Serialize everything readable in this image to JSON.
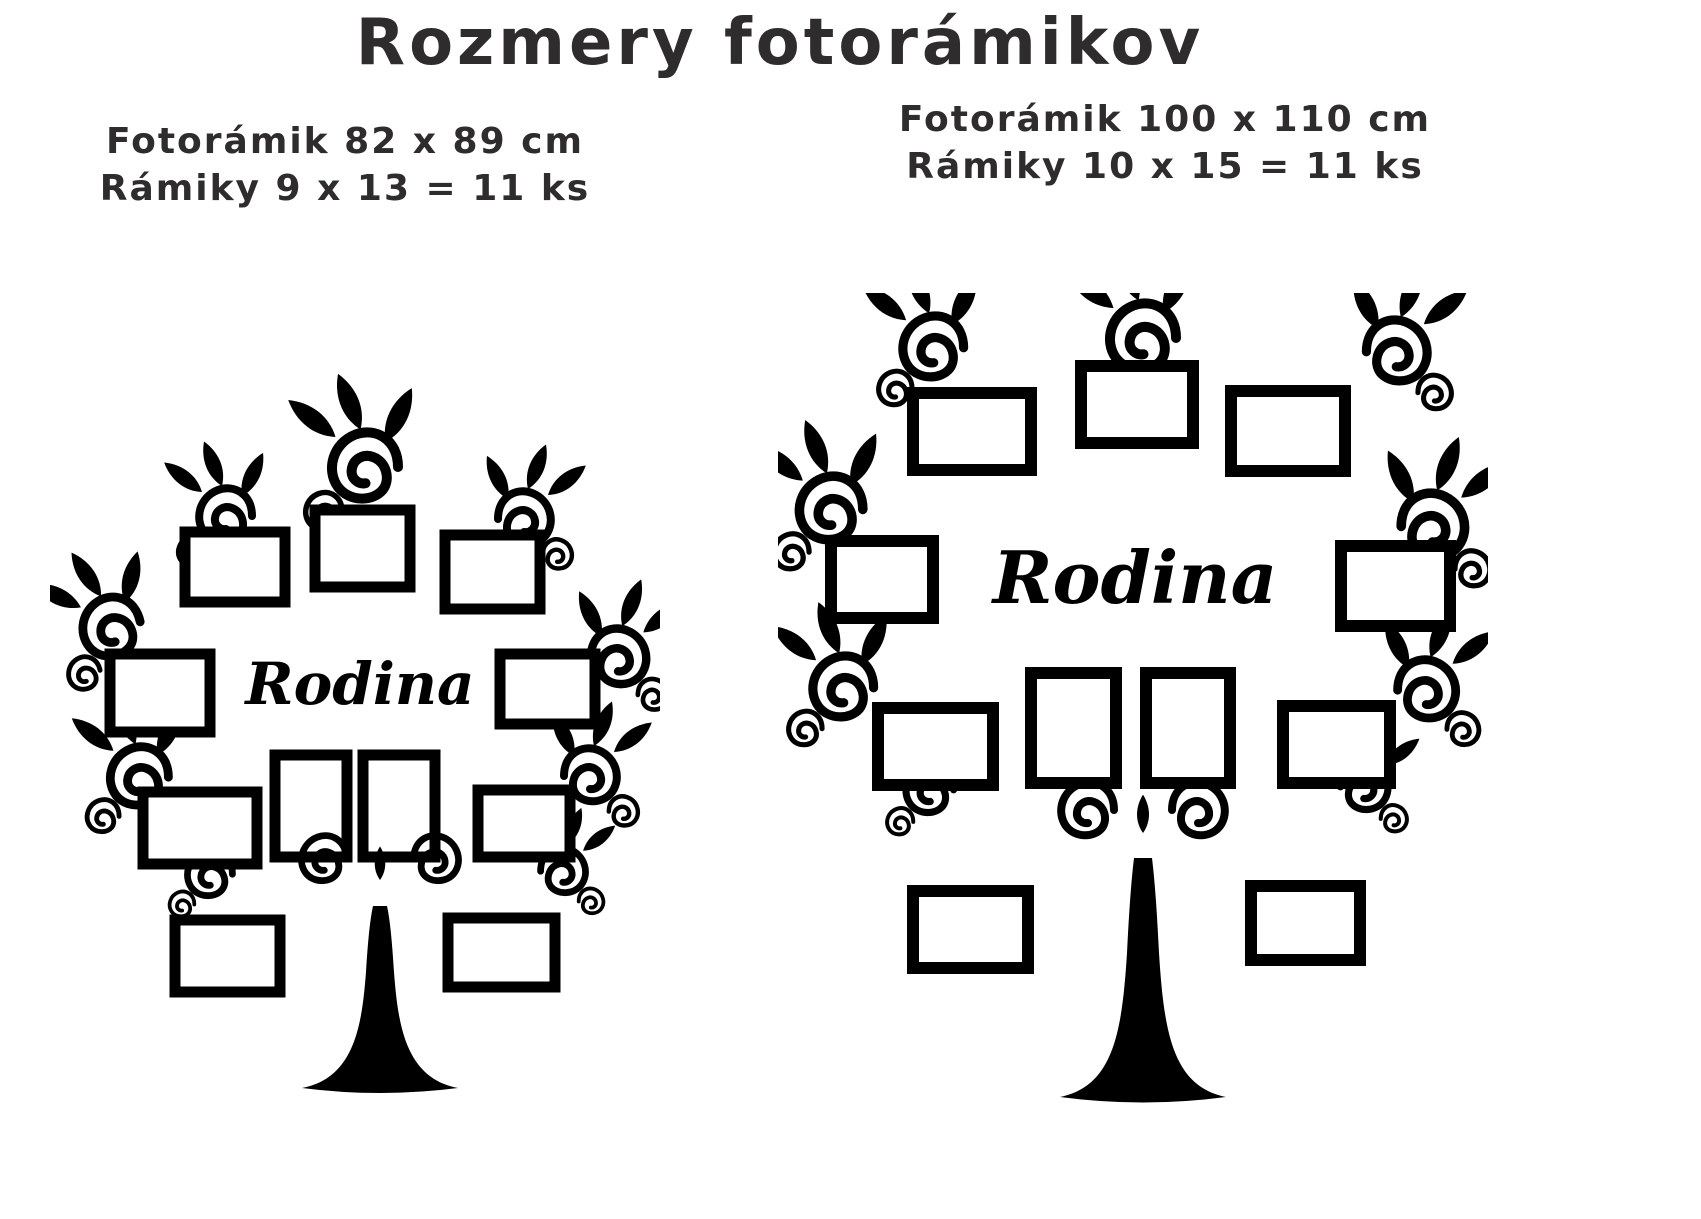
{
  "page": {
    "title": "Rozmery fotorámikov",
    "ink_color": "#000000",
    "text_color": "#2e2c2c"
  },
  "left_tree": {
    "spec_line1": "Fotorámik 82 x 89 cm",
    "spec_line2": "Rámiky 9 x 13 = 11 ks",
    "center_label": "Rodina"
  },
  "right_tree": {
    "spec_line1": "Fotorámik 100 x 110 cm",
    "spec_line2": "Rámiky 10 x 15 = 11 ks",
    "center_label": "Rodina"
  }
}
